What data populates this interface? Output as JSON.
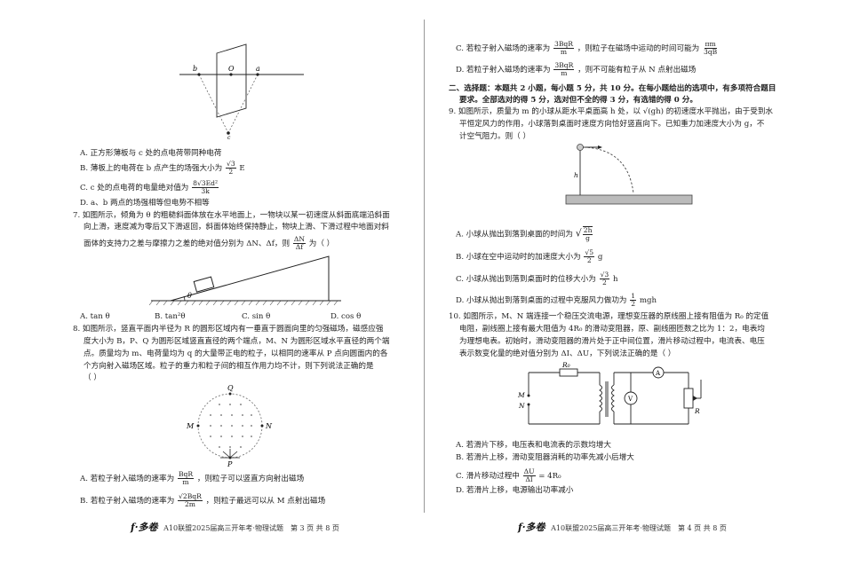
{
  "left": {
    "fig6": {
      "labels": {
        "b": "b",
        "O": "O",
        "a": "a",
        "c": "c"
      }
    },
    "q6_options": {
      "A": "A.  正方形薄板与 c 处的点电荷带同种电荷",
      "B_pre": "B.  薄板上的电荷在 b 点产生的场强大小为",
      "B_num": "√3",
      "B_den": "2",
      "B_post": "E",
      "C_pre": "C.  c 处的点电荷的电量绝对值为",
      "C_num": "8√3Ed²",
      "C_den": "3k",
      "D": "D.  a、b 两点的场强相等但电势不相等"
    },
    "q7": {
      "line1": "7.  如图所示，倾角为 θ 的粗糙斜面体放在水平地面上，一物块以某一初速度从斜面底端沿斜面",
      "line2": "向上滑，速度减为零后又下滑返回，斜面体始终保持静止，物块上滑、下滑过程中地面对斜",
      "line3_pre": "面体的支持力之差与摩擦力之差的绝对值分别为 ΔN、Δf，则",
      "frac_num": "ΔN",
      "frac_den": "Δf",
      "line3_post": "为（        ）",
      "fig_theta": "θ",
      "opt_A": "A.  tan θ",
      "opt_B": "B.  tan²θ",
      "opt_C": "C.  sin θ",
      "opt_D": "D.  cos θ"
    },
    "q8": {
      "line1": "8.  如图所示，竖直平面内半径为 R 的圆形区域内有一垂直于圆面向里的匀强磁场，磁感应强",
      "line2": "度大小为 B，P、Q 为圆形区域竖直直径的两个端点，M、N 为圆形区域水平直径的两个端",
      "line3": "点。质量均为 m、电荷量均为 q 的大量带正电的粒子，以相同的速率从 P 点向圆面内的各",
      "line4": "个方向射入磁场区域。粒子的重力和粒子间的相互作用力均不计，则下列说法正确的是",
      "line5": "（        ）",
      "fig_labels": {
        "Q": "Q",
        "M": "M",
        "N": "N",
        "P": "P"
      },
      "opt_A_pre": "A.  若粒子射入磁场的速率为",
      "opt_A_num": "BqR",
      "opt_A_den": "m",
      "opt_A_post": "，则粒子可以竖直方向射出磁场",
      "opt_B_pre": "B.  若粒子射入磁场的速率为",
      "opt_B_num": "√2BqR",
      "opt_B_den": "2m",
      "opt_B_post": "，则粒子最远可以从 M 点射出磁场"
    },
    "footer": {
      "logo": "f·多卷",
      "text": "A10联盟2025届高三开年考·物理试题　第 3 页 共 8 页"
    }
  },
  "right": {
    "q8_cont": {
      "opt_C_pre": "C.  若粒子射入磁场的速率为",
      "opt_C_num": "3BqR",
      "opt_C_den": "m",
      "opt_C_mid": "，则粒子在磁场中运动的时间可能为",
      "opt_C_num2": "πm",
      "opt_C_den2": "3qB",
      "opt_D_pre": "D.  若粒子射入磁场的速率为",
      "opt_D_num": "3BqR",
      "opt_D_den": "m",
      "opt_D_post": "，则不可能有粒子从 N 点射出磁场"
    },
    "section2": {
      "line1": "二、选择题：本题共 2 小题，每小题 5 分，共 10 分。在每小题给出的选项中，有多项符合题目",
      "line2": "要求。全部选对的得 5 分，选对但不全的得 3 分，有选错的得 0 分。"
    },
    "q9": {
      "line1": "9.  如图所示，质量为 m 的小球从距水平桌面高 h 处，以 √(gh) 的初速度水平抛出，由于受到水",
      "line2": "平恒定风力的作用，小球落到桌面时速度方向恰好竖直向下。已知重力加速度大小为 g，不",
      "line3": "计空气阻力。则（        ）",
      "fig_h": "h",
      "opt_A_pre": "A.  小球从抛出到落到桌面的时间为",
      "opt_A_num": "2h",
      "opt_A_den": "g",
      "opt_B_pre": "B.  小球在空中运动时的加速度大小为",
      "opt_B_num": "√5",
      "opt_B_den": "2",
      "opt_B_post": "g",
      "opt_C_pre": "C.  小球从抛出到落到桌面时的位移大小为",
      "opt_C_num": "√3",
      "opt_C_den": "2",
      "opt_C_post": "h",
      "opt_D_pre": "D.  小球从抛出到落到桌面的过程中克服风力做功为",
      "opt_D_num": "1",
      "opt_D_den": "2",
      "opt_D_post": "mgh"
    },
    "q10": {
      "line1": "10.  如图所示，M、N 端连接一个稳压交流电源，理想变压器的原线圈上接有阻值为 R₀ 的定值",
      "line2": "电阻，副线圈上接有最大阻值为 4R₀ 的滑动变阻器，原、副线圈匝数之比为 1：2，电表均",
      "line3": "为理想电表。初始时，滑动变阻器的滑片处于正中间位置，滑片移动过程中，电流表、电压",
      "line4": "表示数变化量的绝对值分别为 ΔI、ΔU，下列说法正确的是（        ）",
      "fig_labels": {
        "M": "M",
        "N": "N",
        "R0": "R₀",
        "A": "A",
        "V": "V",
        "R": "R"
      },
      "opt_A": "A.  若滑片下移，电压表和电流表的示数均增大",
      "opt_B": "B.  若滑片上移，滑动变阻器消耗的功率先减小后增大",
      "opt_C_pre": "C.  滑片移动过程中",
      "opt_C_num": "ΔU",
      "opt_C_den": "ΔI",
      "opt_C_post": "= 4R₀",
      "opt_D": "D.  若滑片上移，电源输出功率减小"
    },
    "footer": {
      "logo": "f·多卷",
      "text": "A10联盟2025届高三开年考·物理试题　第 4 页 共 8 页"
    }
  }
}
